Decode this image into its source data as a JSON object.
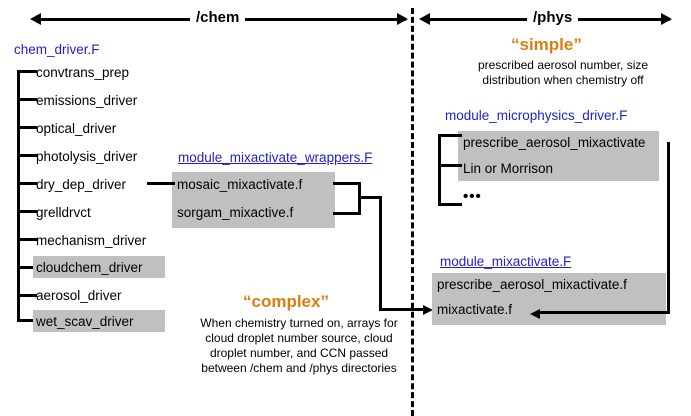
{
  "diagram": {
    "title_left": "/chem",
    "title_right": "/phys",
    "left_section": {
      "module_label": "chem_driver.F",
      "items": [
        {
          "label": "convtrans_prep",
          "highlighted": false
        },
        {
          "label": "emissions_driver",
          "highlighted": false
        },
        {
          "label": "optical_driver",
          "highlighted": false
        },
        {
          "label": "photolysis_driver",
          "highlighted": false
        },
        {
          "label": "dry_dep_driver",
          "highlighted": false
        },
        {
          "label": "grelldrvct",
          "highlighted": false
        },
        {
          "label": "mechanism_driver",
          "highlighted": false
        },
        {
          "label": "cloudchem_driver",
          "highlighted": true
        },
        {
          "label": "aerosol_driver",
          "highlighted": false
        },
        {
          "label": "wet_scav_driver",
          "highlighted": true
        }
      ]
    },
    "wrappers_module": {
      "module_label": "module_mixactivate_wrappers.F",
      "items": [
        "mosaic_mixactivate.f",
        "sorgam_mixactive.f"
      ]
    },
    "microphysics_module": {
      "module_label": "module_microphysics_driver.F",
      "items": [
        "prescribe_aerosol_mixactivate",
        "Lin or Morrison",
        "•••"
      ]
    },
    "mixactivate_module": {
      "module_label": "module_mixactivate.F",
      "items": [
        "prescribe_aerosol_mixactivate.f",
        "mixactivate.f"
      ]
    },
    "callout_simple": {
      "keyword": "“simple”",
      "description": "prescribed aerosol number, size distribution when chemistry off"
    },
    "callout_complex": {
      "keyword": "“complex”",
      "description": "When chemistry turned on, arrays for cloud droplet number source, cloud droplet number, and CCN passed between /chem and /phys directories"
    },
    "colors": {
      "module_blue": "#2222cc",
      "highlight_gray": "#c0c0c0",
      "accent_orange": "#e07b10",
      "line_black": "#000000"
    }
  }
}
